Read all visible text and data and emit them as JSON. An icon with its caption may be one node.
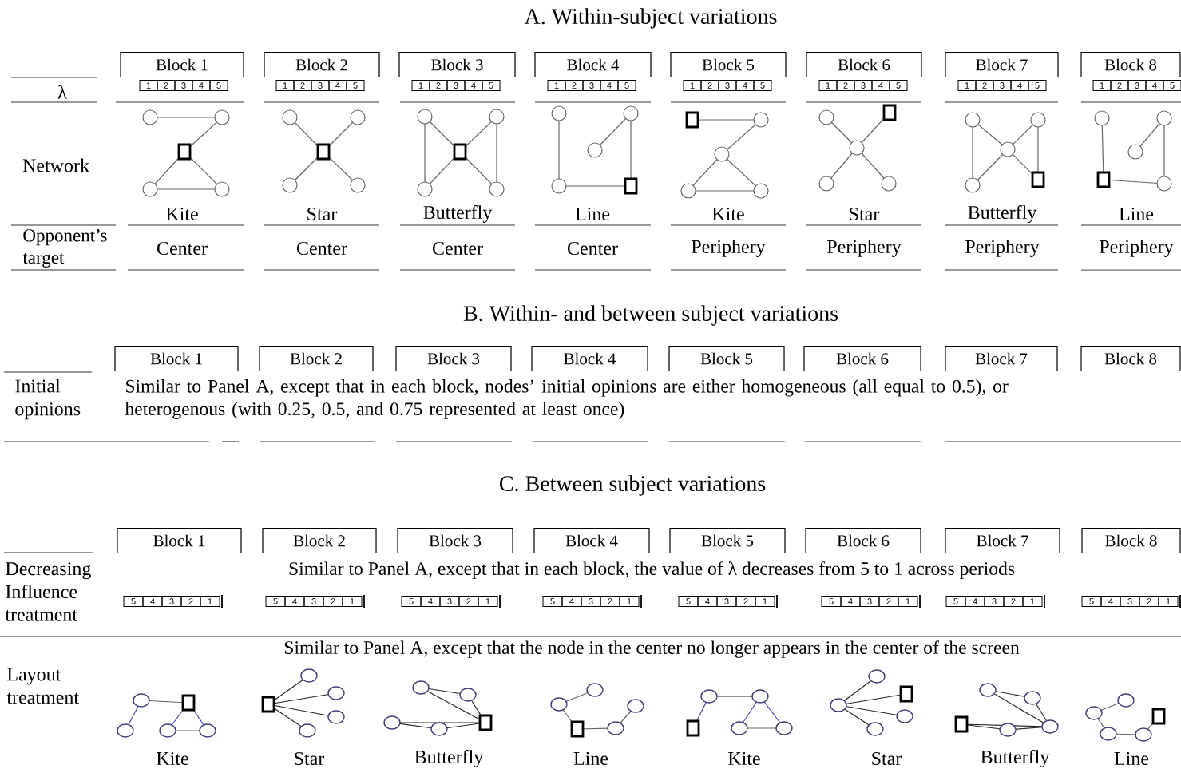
{
  "diagram": {
    "nodes": [
      {
        "text": [
          "Block 1"
        ]
      },
      {
        "text": [
          "Block 2"
        ]
      },
      {
        "text": [
          "Block 3"
        ]
      },
      {
        "text": [
          "Block 4"
        ]
      },
      {
        "text": [
          "Block 5"
        ]
      },
      {
        "text": [
          "Block 6"
        ]
      },
      {
        "text": [
          "Block 7"
        ]
      },
      {
        "text": [
          "Block 8"
        ]
      },
      {
        "text": [
          "Block 1"
        ]
      },
      {
        "text": [
          "Block 2"
        ]
      },
      {
        "text": [
          "Block 3"
        ]
      },
      {
        "text": [
          "Block 4"
        ]
      },
      {
        "text": [
          "Block 5"
        ]
      },
      {
        "text": [
          "Block 6"
        ]
      },
      {
        "text": [
          "Block 7"
        ]
      },
      {
        "text": [
          "Block 8"
        ]
      },
      {
        "text": [
          "Block 1"
        ]
      },
      {
        "text": [
          "Block 2"
        ]
      },
      {
        "text": [
          "Block 3"
        ]
      },
      {
        "text": [
          "Block 4"
        ]
      },
      {
        "text": [
          "Block 5"
        ]
      },
      {
        "text": [
          "Block 6"
        ]
      },
      {
        "text": [
          "Block 7"
        ]
      },
      {
        "text": [
          "Block 8"
        ]
      }
    ],
    "labels": [
      "A.  Within-subject variations",
      "1",
      "2",
      "3",
      "4",
      "5",
      "1",
      "2",
      "3",
      "4",
      "5",
      "1",
      "2",
      "3",
      "4",
      "5",
      "1",
      "2",
      "3",
      "4",
      "5",
      "1",
      "2",
      "3",
      "4",
      "5",
      "1",
      "2",
      "3",
      "4",
      "5",
      "1",
      "2",
      "3",
      "4",
      "5",
      "1",
      "2",
      "3",
      "4",
      "5",
      "λ",
      "Network",
      "Kite",
      "Star",
      "Butterfly",
      "Line",
      "Kite",
      "Star",
      "Butterfly",
      "Line",
      "Opponent’s target",
      "Center",
      "Center",
      "Center",
      "Center",
      "Periphery",
      "Periphery",
      "Periphery",
      "Periphery",
      "B.  Within- and between subject variations",
      "Initial opinions",
      "Similar to Panel A, except that in each block, nodes’ initial opinions are either homogeneous (all equal to 0.5), or heterogenous (with 0.25, 0.5, and 0.75 represented at least once)",
      "C. Between subject variations",
      "Decreasing Influence treatment",
      "Similar to Panel A, except that in each block, the value of λ decreases from 5 to 1 across periods",
      "5",
      "4",
      "3",
      "2",
      "1",
      "5",
      "4",
      "3",
      "2",
      "1",
      "5",
      "4",
      "3",
      "2",
      "1",
      "5",
      "4",
      "3",
      "2",
      "1",
      "5",
      "4",
      "3",
      "2",
      "1",
      "5",
      "4",
      "3",
      "2",
      "1",
      "5",
      "4",
      "3",
      "2",
      "1",
      "5",
      "4",
      "3",
      "2",
      "1",
      "Similar to Panel A, except that the node in the center no longer appears in the center of the screen",
      "Layout treatment",
      "Kite",
      "Star",
      "Butterfly",
      "Line",
      "Kite",
      "Star",
      "Butterfly",
      "Line"
    ]
  }
}
